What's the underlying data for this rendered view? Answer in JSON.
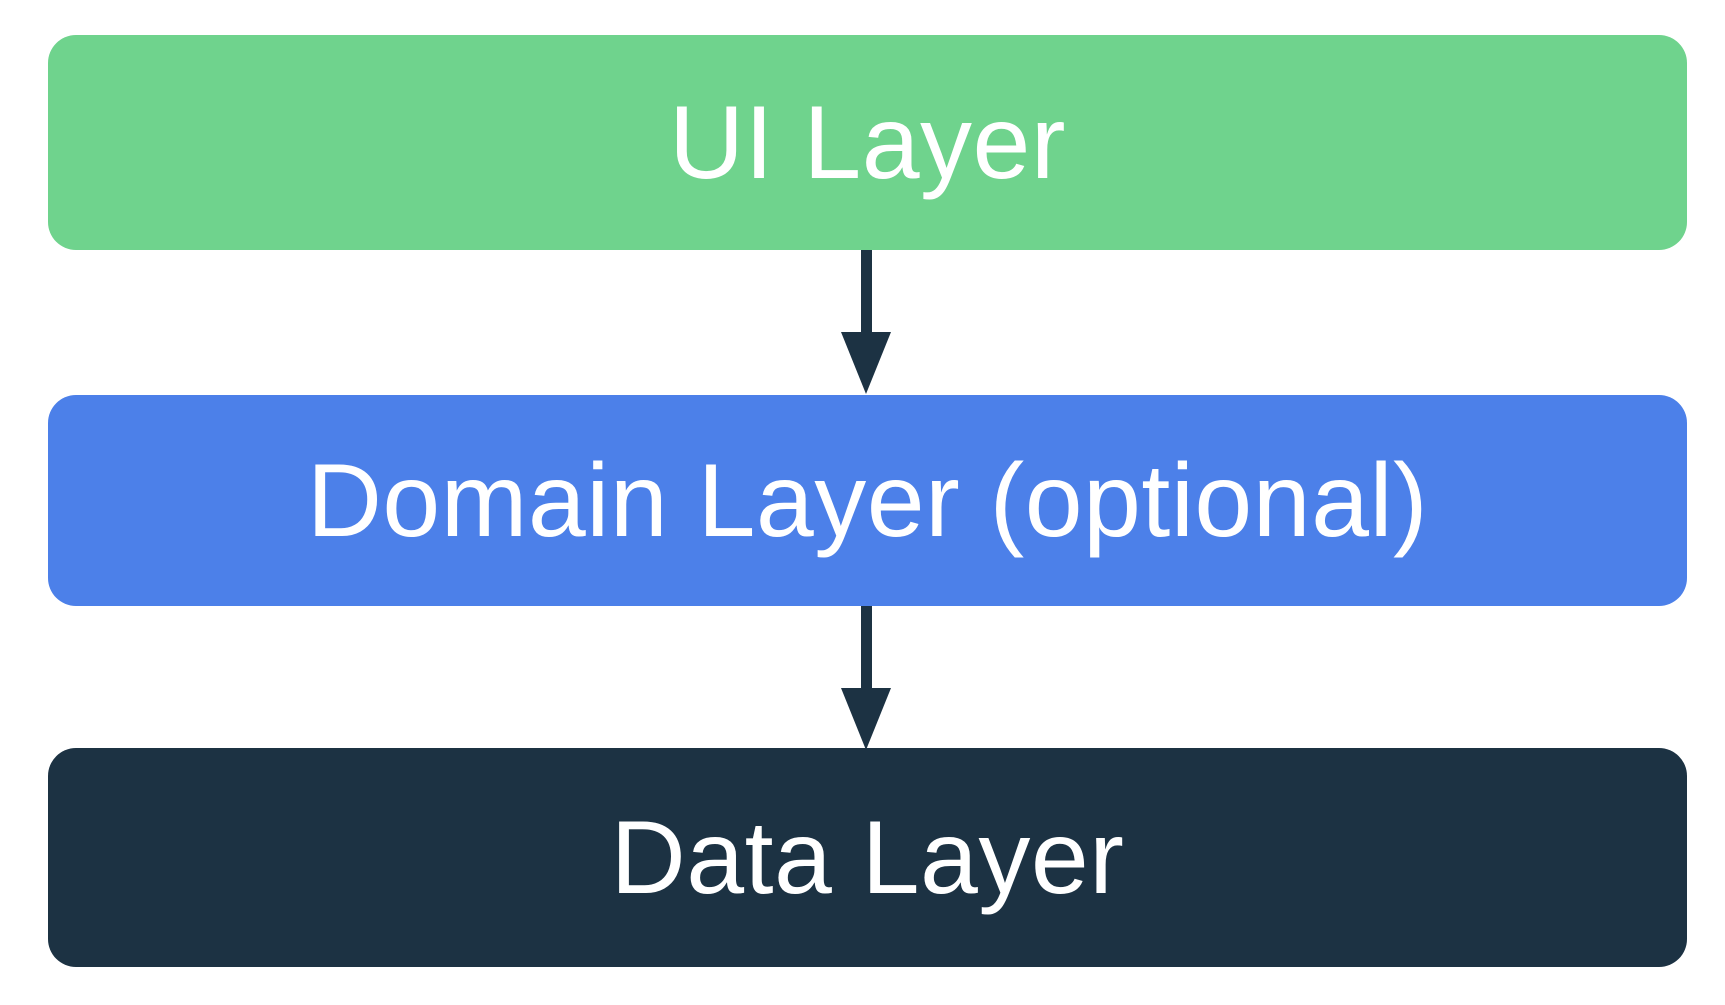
{
  "diagram": {
    "background_color": "#FFFFFF",
    "arrow_color": "#1C3243",
    "layers": [
      {
        "id": "ui",
        "label": "UI Layer",
        "color": "#6FD38D",
        "text_color": "#FFFFFF"
      },
      {
        "id": "domain",
        "label": "Domain Layer (optional)",
        "color": "#4C80E9",
        "text_color": "#FFFFFF"
      },
      {
        "id": "data",
        "label": "Data Layer",
        "color": "#1C3243",
        "text_color": "#FFFFFF"
      }
    ]
  }
}
